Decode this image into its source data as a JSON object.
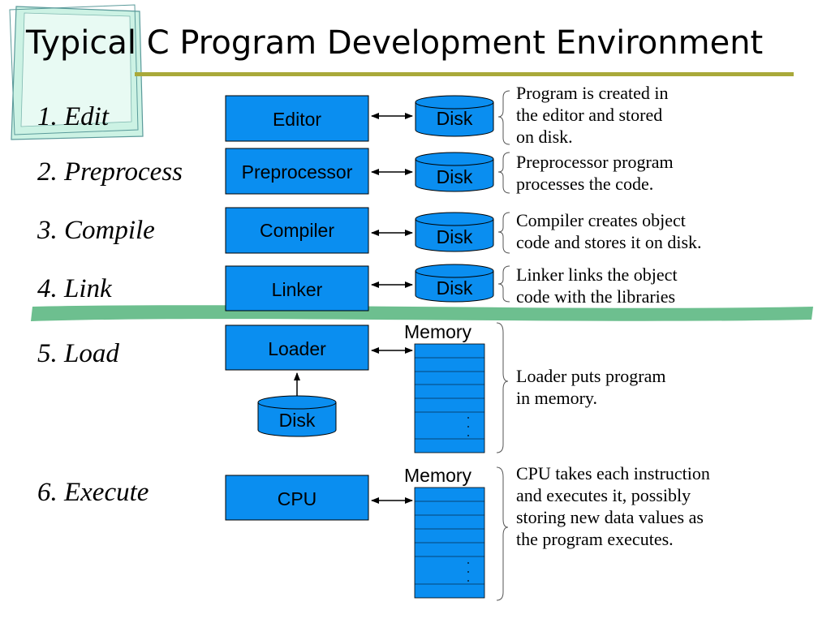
{
  "title": "Typical C Program Development Environment",
  "steps": [
    {
      "label": "1. Edit",
      "box": "Editor",
      "disk": "Disk",
      "description": "Program is created in\nthe editor and stored\non disk."
    },
    {
      "label": "2. Preprocess",
      "box": "Preprocessor",
      "disk": "Disk",
      "description": "Preprocessor program\nprocesses the code."
    },
    {
      "label": "3. Compile",
      "box": "Compiler",
      "disk": "Disk",
      "description": "Compiler creates object\ncode and stores it on disk."
    },
    {
      "label": "4. Link",
      "box": "Linker",
      "disk": "Disk",
      "description": "Linker links the object\ncode with the libraries"
    },
    {
      "label": "5. Load",
      "box": "Loader",
      "disk": "Disk",
      "memory": "Memory",
      "description": "Loader puts program\nin memory."
    },
    {
      "label": "6. Execute",
      "box": "CPU",
      "memory": "Memory",
      "description": "CPU takes each instruction\nand executes it, possibly\nstoring new data values as\nthe program executes."
    }
  ],
  "colors": {
    "box_fill": "#0a8ef0",
    "box_stroke": "#000000",
    "title_rule": "#a9a93a",
    "divider_band": "#6dbf8f",
    "corner_card": "#ccf2e4"
  }
}
